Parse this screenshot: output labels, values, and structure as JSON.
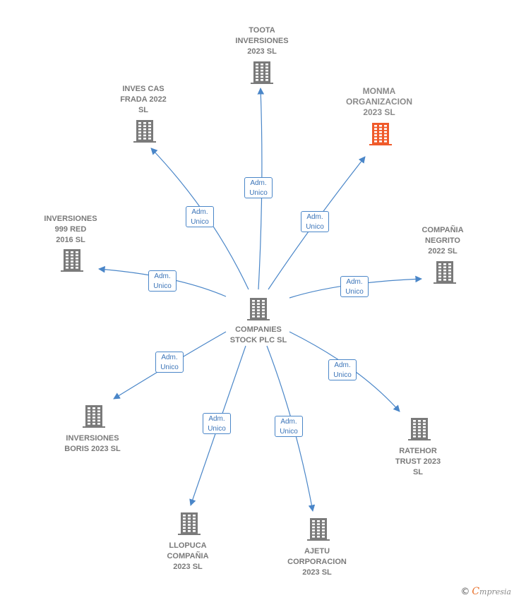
{
  "center": {
    "label": "COMPANIES\nSTOCK PLC  SL",
    "color": "#7a7a7a"
  },
  "edge_label": "Adm.\nUnico",
  "colors": {
    "node": "#7a7a7a",
    "highlight": "#f05a2a",
    "edge": "#4a86c8"
  },
  "nodes": [
    {
      "id": "toota",
      "label": "TOOTA\nINVERSIONES\n2023  SL",
      "highlight": false
    },
    {
      "id": "monma",
      "label": "MONMA\nORGANIZACION\n2023  SL",
      "highlight": true
    },
    {
      "id": "inves-cas",
      "label": "INVES CAS\nFRADA 2022\nSL",
      "highlight": false
    },
    {
      "id": "inversiones-999",
      "label": "INVERSIONES\n999 RED\n2016  SL",
      "highlight": false
    },
    {
      "id": "compania-negrito",
      "label": "COMPAÑIA\nNEGRITO\n2022  SL",
      "highlight": false
    },
    {
      "id": "inversiones-boris",
      "label": "INVERSIONES\nBORIS 2023  SL",
      "highlight": false
    },
    {
      "id": "ratehor",
      "label": "RATEHOR\nTRUST 2023\nSL",
      "highlight": false
    },
    {
      "id": "llopuca",
      "label": "LLOPUCA\nCOMPAÑIA\n2023  SL",
      "highlight": false
    },
    {
      "id": "ajetu",
      "label": "AJETU\nCORPORACION\n2023  SL",
      "highlight": false
    }
  ],
  "brand": {
    "copyright": "©",
    "first_letter": "C",
    "rest": "mpresia"
  }
}
